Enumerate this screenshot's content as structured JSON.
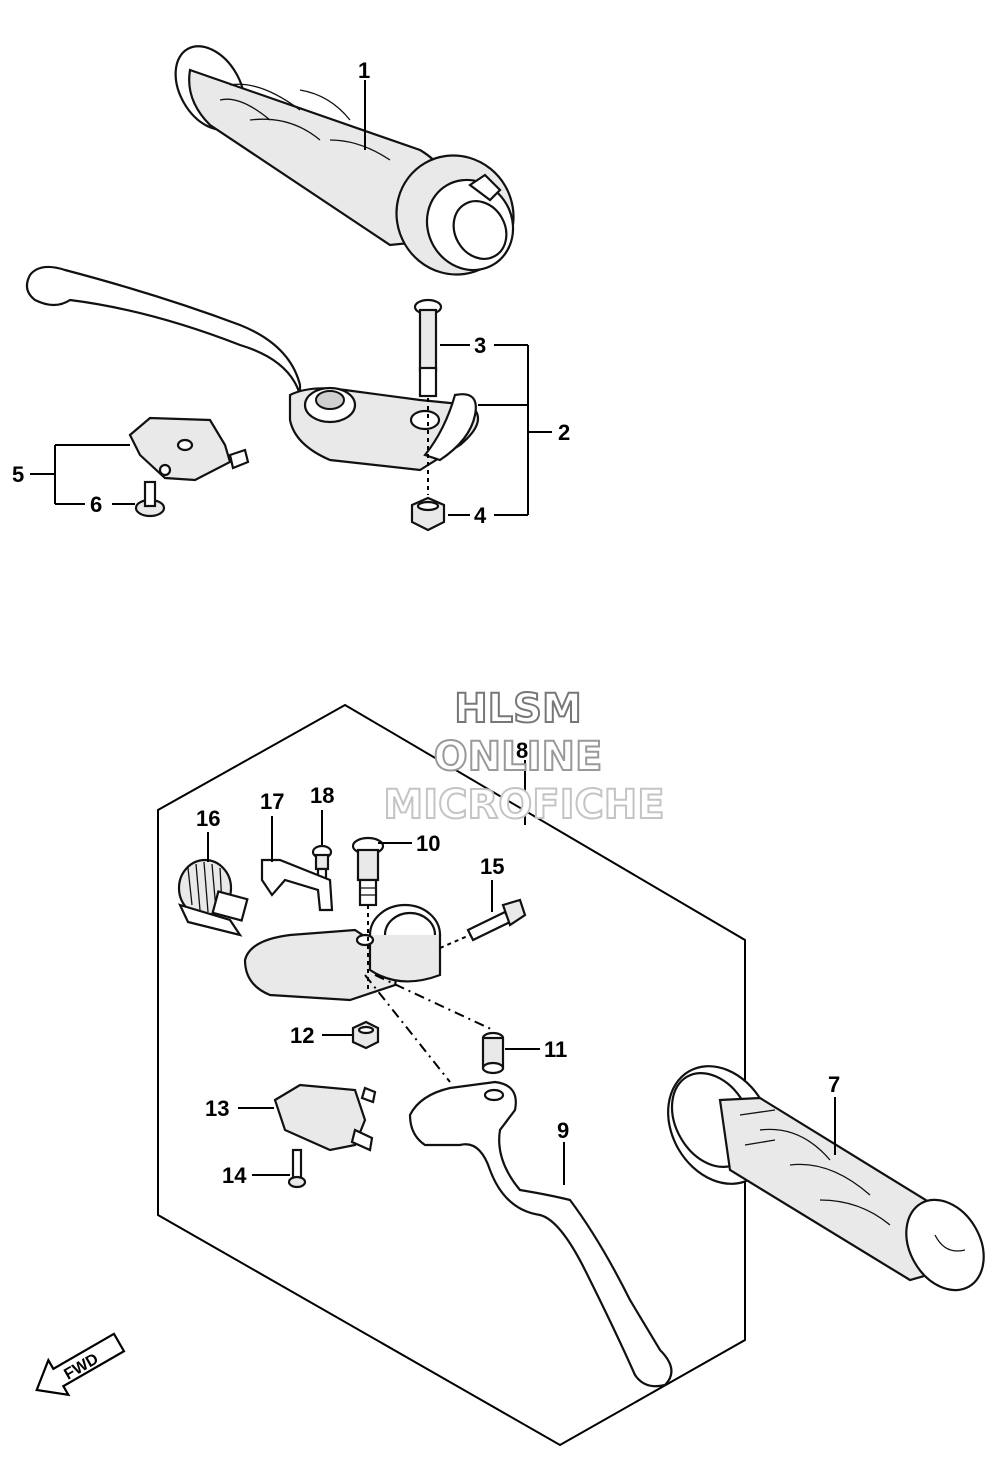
{
  "watermark": {
    "line1": "HLSM",
    "line2": "ONLINE",
    "line3": "MICROFICHE"
  },
  "fwd_label": "FWD",
  "callouts": {
    "p1": "1",
    "p2": "2",
    "p3": "3",
    "p4": "4",
    "p5": "5",
    "p6": "6",
    "p7": "7",
    "p8": "8",
    "p9": "9",
    "p10": "10",
    "p11": "11",
    "p12": "12",
    "p13": "13",
    "p14": "14",
    "p15": "15",
    "p16": "16",
    "p17": "17",
    "p18": "18"
  }
}
